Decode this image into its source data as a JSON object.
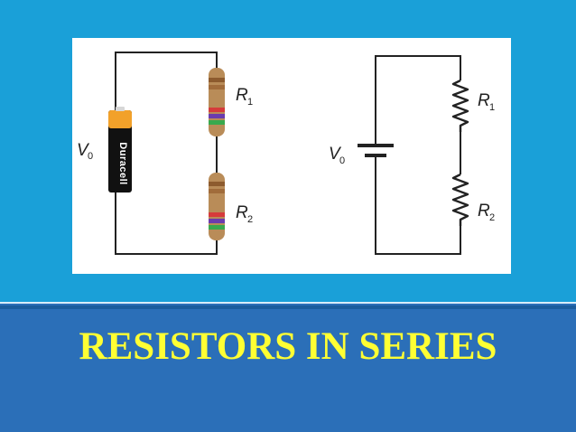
{
  "slide": {
    "title": "RESISTORS IN SERIES"
  },
  "diagram": {
    "left_circuit": {
      "voltage_label": "V",
      "voltage_sub": "0",
      "battery_brand": "Duracell",
      "resistor1_label": "R",
      "resistor1_sub": "1",
      "resistor2_label": "R",
      "resistor2_sub": "2"
    },
    "right_circuit": {
      "voltage_label": "V",
      "voltage_sub": "0",
      "resistor1_label": "R",
      "resistor1_sub": "1",
      "resistor2_label": "R",
      "resistor2_sub": "2"
    }
  },
  "colors": {
    "top_background": "#1aa0d8",
    "bottom_background": "#2b6fb8",
    "title_color": "#ffff33",
    "battery_orange": "#f2a12a",
    "resistor_tan": "#b98c58"
  }
}
